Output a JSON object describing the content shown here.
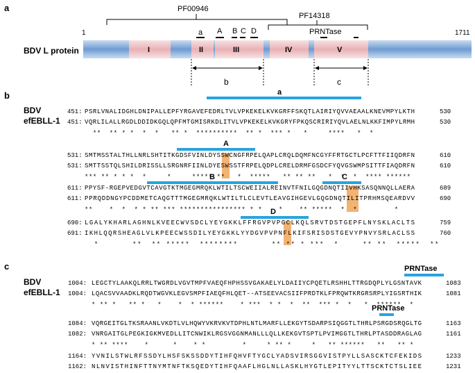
{
  "panels": {
    "a": "a",
    "b": "b",
    "c": "c"
  },
  "panel_a": {
    "protein_name": "BDV  L protein",
    "start": "1",
    "end": "1711",
    "pf_left": "PF00946",
    "pf_right": "PF14318",
    "domains": [
      "I",
      "II",
      "III",
      "IV",
      "V"
    ],
    "motif_labels": [
      "a",
      "A",
      "B",
      "C",
      "D"
    ],
    "prntase_label": "PRNTase",
    "region_b": "b",
    "region_c": "c",
    "colors": {
      "bar": "#6f9bd1",
      "domain": "#e8b0b4"
    }
  },
  "panel_b": {
    "names": [
      "BDV",
      "efEBLL-1"
    ],
    "blocks": [
      {
        "motif": "a",
        "rows": [
          {
            "start": "451:",
            "seq": "PSRLVNALIDGHLDNIPALLEPFYRGAVEFEDRLTVLVPKEKELKVKGRFFSKQTLAIRIYQVVAEAALKNEVMPYLKTH",
            "end": "530"
          },
          {
            "start": "451:",
            "seq": "VQRLILALLRGDLDDIDKGQLQPFMTGMISRKDLITVLVPKEKELKVKGRYFPKQSCRIRIYQVLAELNLKKFIMPYLRMH",
            "end": "530"
          }
        ],
        "cons": "  **  ** * *  *  *   ** *  **********  ** *  *** *   *     ****   *  *       "
      },
      {
        "motif": "A",
        "rows": [
          {
            "start": "531:",
            "seq": "SMTMSSTALTHLLNRLSHTITKGDSFVINLDYSSWCNGFRPELQAPLCRQLDQMFNCGYFFRTGCTLPCFTTFIIQDRFN",
            "end": "610"
          },
          {
            "start": "531:",
            "seq": "SMTTSSTQLSHILDRISSLLSRGNRFIINLDYESWSSTFRPELQDPLCRELDRMFGSDCFYQVGSWMPSITTFIAQDRFN",
            "end": "610"
          }
        ],
        "cons": "*** ** * * *  *     *     ***** **   *  *****   ** ** **   *  *  *  **** ******"
      },
      {
        "motif": "B",
        "motif2": "C",
        "rows": [
          {
            "start": "611:",
            "seq": "PPYSF-RGEPVEDGVTCAVGTKTMGEGMRQKLWTILTSCWEIIALREINVTFNILGQGDNQTIIVHKSASQNNQLLAERA",
            "end": "689"
          },
          {
            "start": "611:",
            "seq": "PPRQDDNGYPCDDMETCAQGTTTMGEGMRQKLWTILTLCLEVTLEAVGIHGEVLGQGDNQTILITPRHMSQEARDVV",
            "end": "690"
          }
        ],
        "cons": "**    *  *  * * ** *** **************** * *    *    ** *****  *  *         *   "
      },
      {
        "motif": "D",
        "rows": [
          {
            "start": "690:",
            "seq": "LGALYKHARLAGHNLKVEECWVSDCLYEYGKKLFFRGVPVPGCLKQLSRVTDSTGEPFLNYSKLACLTS",
            "end": "759"
          },
          {
            "start": "691:",
            "seq": "IKHLQQRSHEAGLVLKPEECWSSDILYEYGKKLYYDGVPVPNFLKIFSRISDSTGEVYPNVYSRLACLSS",
            "end": "760"
          }
        ],
        "cons": "  *       **  ** *****  ********       ** ** * ***  *     ** **  *****  **  "
      }
    ]
  },
  "panel_c": {
    "names": [
      "BDV",
      "efEBLL-1"
    ],
    "prntase_label": "PRNTase",
    "blocks": [
      {
        "rows": [
          {
            "start": "1004:",
            "seq": "LEGCTYLAAKQLRRLTWGRDLVGVTMPFVAEQFHPHSSVGAKAELYLDAIIYCPQETLRSHHLTTRGDQPLYLGSNTAVK",
            "end": "1083"
          },
          {
            "start": "1004:",
            "seq": "LQACSVVAADKLRQDTWGVKLEGVSMPFIAEQFHLQET--ATSEEVACSIIFPRDTKLFPRQWTKRGRSRPLYIGSRTHIK",
            "end": "1081"
          }
        ],
        "cons": "* ** *   ** *   *    *  * ******    * ***  * *  *  **  *** *  *   *  ******  *  "
      },
      {
        "rows": [
          {
            "start": "1084:",
            "seq": "VQRGEITGLTKSRAANLVKDTLVLHQWYVKRVKVTDPHLNTLMARFLLEKGYTSDARPSIQGGTLTHRLPSRGDSRQGLTG",
            "end": "1163"
          },
          {
            "start": "1082:",
            "seq": "VNRGAITGLPEGKIGKMVEDLLITCNWIKLRGSVGGNMANLLLQLLKEKGVTSPTLPVIMGGTLTHRLPTASDDRAGLAG",
            "end": "1161"
          }
        ],
        "cons": "* ** ****    *      *    * *         *     * ** *     *   ** ******   **   ** *"
      },
      {
        "rows": [
          {
            "start": "1164:",
            "seq": "YVNILSTWLRFSSDYLHSFSKSSDDYTIHFQHVFTYGCLYADSVIRSGGVISTPYLLSASCKTCFEKIDS",
            "end": "1233"
          },
          {
            "start": "1162:",
            "seq": "NLNVISTHINFTTNYMTNFTKSQEDYTIHFQAAFLHGLNLLASKLHYGTLEPITYYLTTSCKTCTSLIEE",
            "end": "1231"
          }
        ],
        "cons": "        *      *     **   *     ****** ****      ******    * **   ****   "
      }
    ]
  }
}
